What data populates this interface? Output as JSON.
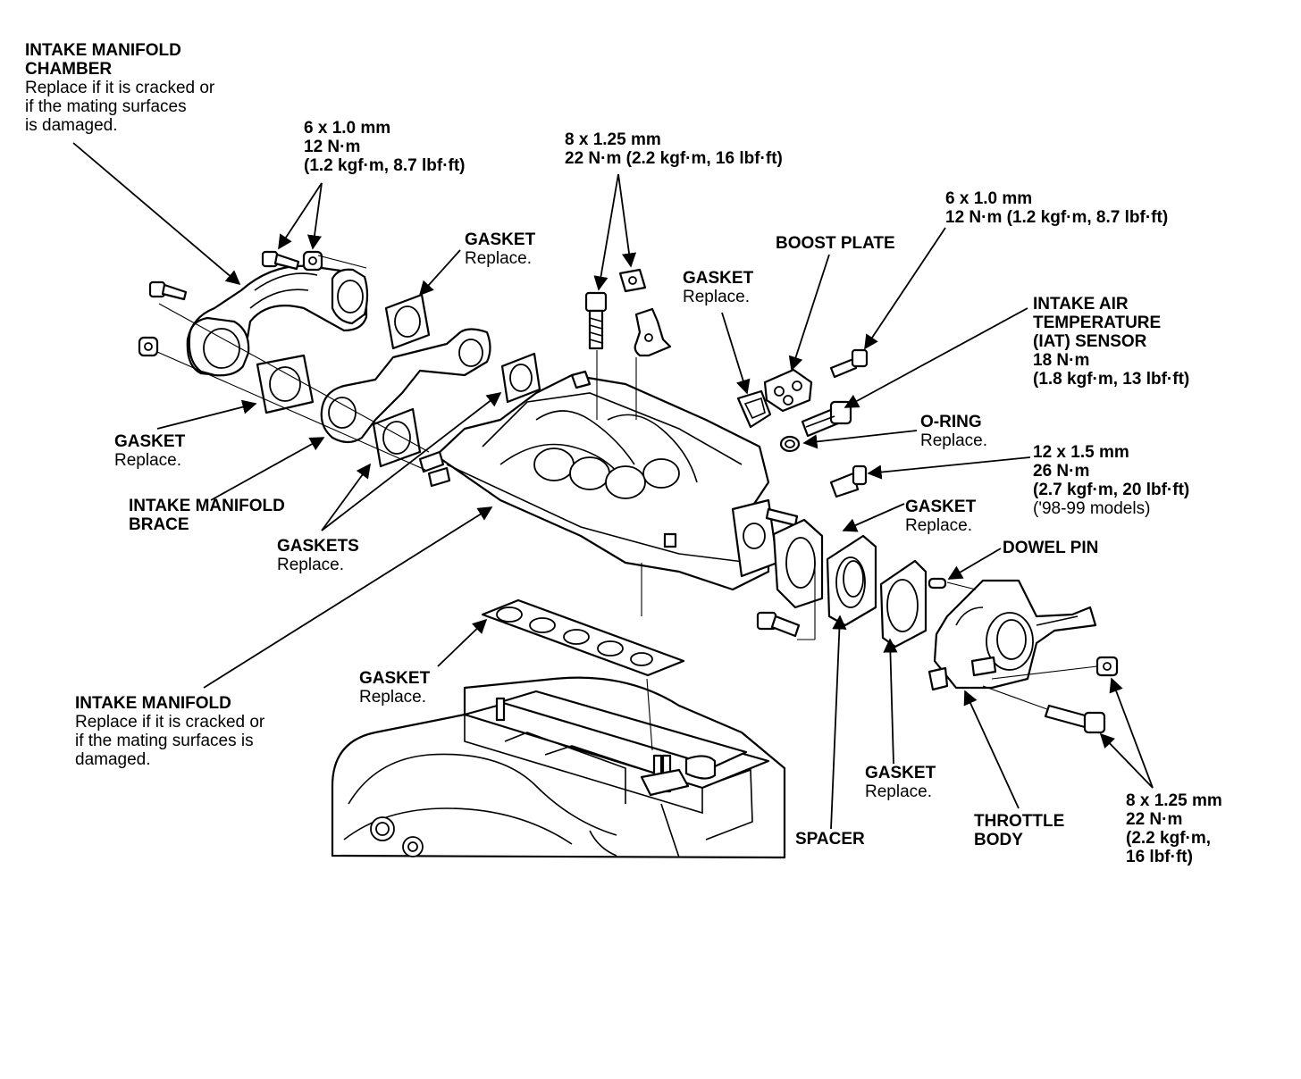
{
  "labels": {
    "chamber": {
      "title_1": "INTAKE MANIFOLD",
      "title_2": "CHAMBER",
      "note_1": "Replace if it is cracked or",
      "note_2": "if the mating surfaces",
      "note_3": "is damaged."
    },
    "spec_chamber_bolt": {
      "line_1": "6 x 1.0 mm",
      "line_2": "12 N·m",
      "line_3": "(1.2 kgf·m, 8.7 lbf·ft)"
    },
    "spec_manifold_bolt": {
      "line_1": "8 x 1.25 mm",
      "line_2": "22 N·m (2.2 kgf·m, 16 lbf·ft)"
    },
    "gasket_top": {
      "title": "GASKET",
      "note": "Replace."
    },
    "gasket_boost": {
      "title": "GASKET",
      "note": "Replace."
    },
    "boost_plate": {
      "title": "BOOST PLATE"
    },
    "spec_boost_bolt": {
      "line_1": "6 x 1.0 mm",
      "line_2": "12 N·m (1.2 kgf·m, 8.7 lbf·ft)"
    },
    "iat_sensor": {
      "line_1": "INTAKE AIR",
      "line_2": "TEMPERATURE",
      "line_3": "(IAT) SENSOR",
      "line_4": "18 N·m",
      "line_5": "(1.8 kgf·m, 13 lbf·ft)"
    },
    "o_ring": {
      "title": "O-RING",
      "note": "Replace."
    },
    "spec_stud": {
      "line_1": "12 x 1.5 mm",
      "line_2": "26 N·m",
      "line_3": "(2.7 kgf·m, 20 lbf·ft)",
      "line_4": "('98-99 models)"
    },
    "gasket_left": {
      "title": "GASKET",
      "note": "Replace."
    },
    "brace": {
      "title_1": "INTAKE MANIFOLD",
      "title_2": "BRACE"
    },
    "gaskets": {
      "title": "GASKETS",
      "note": "Replace."
    },
    "gasket_throttle": {
      "title": "GASKET",
      "note": "Replace."
    },
    "dowel_pin": {
      "title": "DOWEL PIN"
    },
    "gasket_lower": {
      "title": "GASKET",
      "note": "Replace."
    },
    "manifold": {
      "title": "INTAKE MANIFOLD",
      "note_1": "Replace if it is cracked or",
      "note_2": "if the mating surfaces is",
      "note_3": "damaged."
    },
    "gasket_spacer": {
      "title": "GASKET",
      "note": "Replace."
    },
    "spacer": {
      "title": "SPACER"
    },
    "throttle_body": {
      "title_1": "THROTTLE",
      "title_2": "BODY"
    },
    "spec_throttle_bolt": {
      "line_1": "8 x 1.25 mm",
      "line_2": "22 N·m",
      "line_3": "(2.2 kgf·m,",
      "line_4": "16 lbf·ft)"
    }
  }
}
